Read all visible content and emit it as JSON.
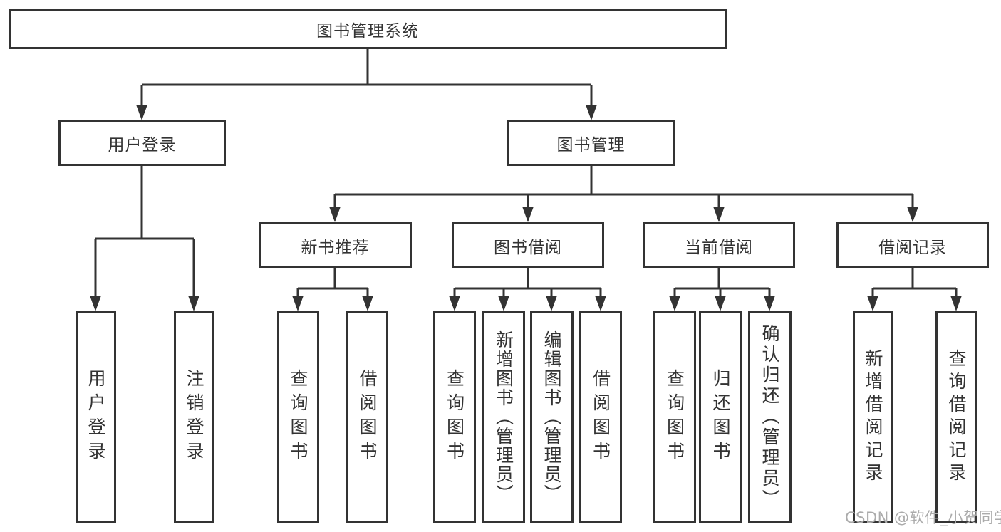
{
  "diagram_title": "图书管理系统",
  "tree": {
    "label": "图书管理系统",
    "children": [
      {
        "label": "用户登录",
        "children": [
          {
            "label": "用户登录"
          },
          {
            "label": "注销登录"
          }
        ]
      },
      {
        "label": "图书管理",
        "children": [
          {
            "label": "新书推荐",
            "children": [
              {
                "label": "查询图书"
              },
              {
                "label": "借阅图书"
              }
            ]
          },
          {
            "label": "图书借阅",
            "children": [
              {
                "label": "查询图书"
              },
              {
                "label": "新增图书（管理员）"
              },
              {
                "label": "编辑图书（管理员）"
              },
              {
                "label": "借阅图书"
              }
            ]
          },
          {
            "label": "当前借阅",
            "children": [
              {
                "label": "查询图书"
              },
              {
                "label": "归还图书"
              },
              {
                "label": "确认归还（管理员）"
              }
            ]
          },
          {
            "label": "借阅记录",
            "children": [
              {
                "label": "新增借阅记录"
              },
              {
                "label": "查询借阅记录"
              }
            ]
          }
        ]
      }
    ]
  },
  "watermark": {
    "text": "CSDN @软件_小贺同学"
  },
  "colors": {
    "line": "#333333",
    "box_border": "#333333",
    "text": "#333333",
    "watermark": "#ababab",
    "background": "#ffffff"
  }
}
